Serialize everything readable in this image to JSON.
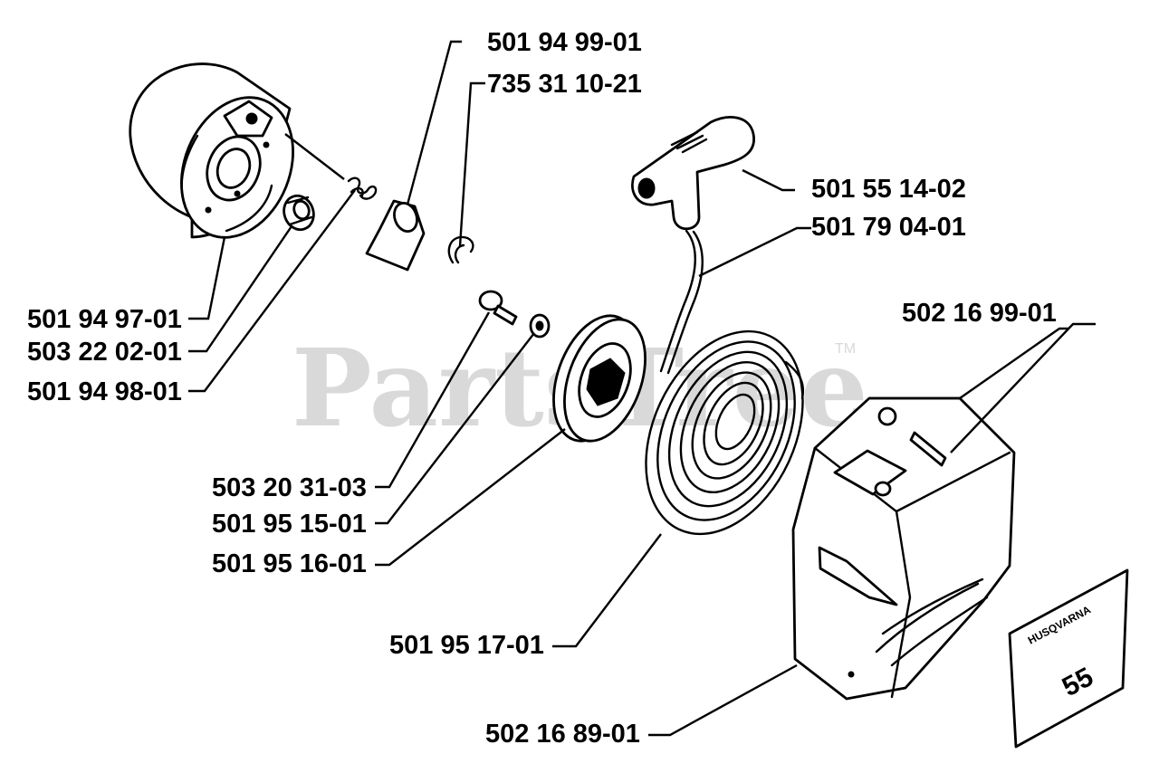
{
  "watermark": {
    "text": "PartsTree",
    "trademark": "TM"
  },
  "parts": [
    {
      "id": "flywheel",
      "number": "501 94 97-01"
    },
    {
      "id": "nut",
      "number": "503 22 02-01"
    },
    {
      "id": "spring",
      "number": "501 94 98-01"
    },
    {
      "id": "pawl",
      "number": "501 94 99-01"
    },
    {
      "id": "circlip",
      "number": "735 31 10-21"
    },
    {
      "id": "handle",
      "number": "501 55 14-02"
    },
    {
      "id": "rope",
      "number": "501 79 04-01"
    },
    {
      "id": "screw",
      "number": "502 16 99-01"
    },
    {
      "id": "center-screw",
      "number": "503 20 31-03"
    },
    {
      "id": "washer",
      "number": "501 95 15-01"
    },
    {
      "id": "pulley",
      "number": "501 95 16-01"
    },
    {
      "id": "recoil-spring",
      "number": "501 95 17-01"
    },
    {
      "id": "starter-housing",
      "number": "502 16 89-01"
    }
  ],
  "decal": {
    "brand": "HUSQVARNA",
    "model": "55"
  }
}
